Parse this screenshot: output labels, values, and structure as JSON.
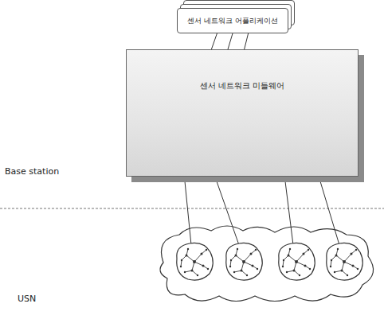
{
  "diagram": {
    "nodes": [
      {
        "text": [
          "센서 네트워크 어플리케이션"
        ]
      },
      {
        "text": [
          "센서 네트워크 미들웨어"
        ]
      }
    ],
    "edges": [
      {
        "from": 0,
        "to": 1,
        "arrow": "none"
      },
      {
        "from": 0,
        "to": 1,
        "arrow": "none"
      },
      {
        "from": 0,
        "to": 1,
        "arrow": "none"
      }
    ],
    "labels": [
      "Base station",
      "USN"
    ]
  }
}
